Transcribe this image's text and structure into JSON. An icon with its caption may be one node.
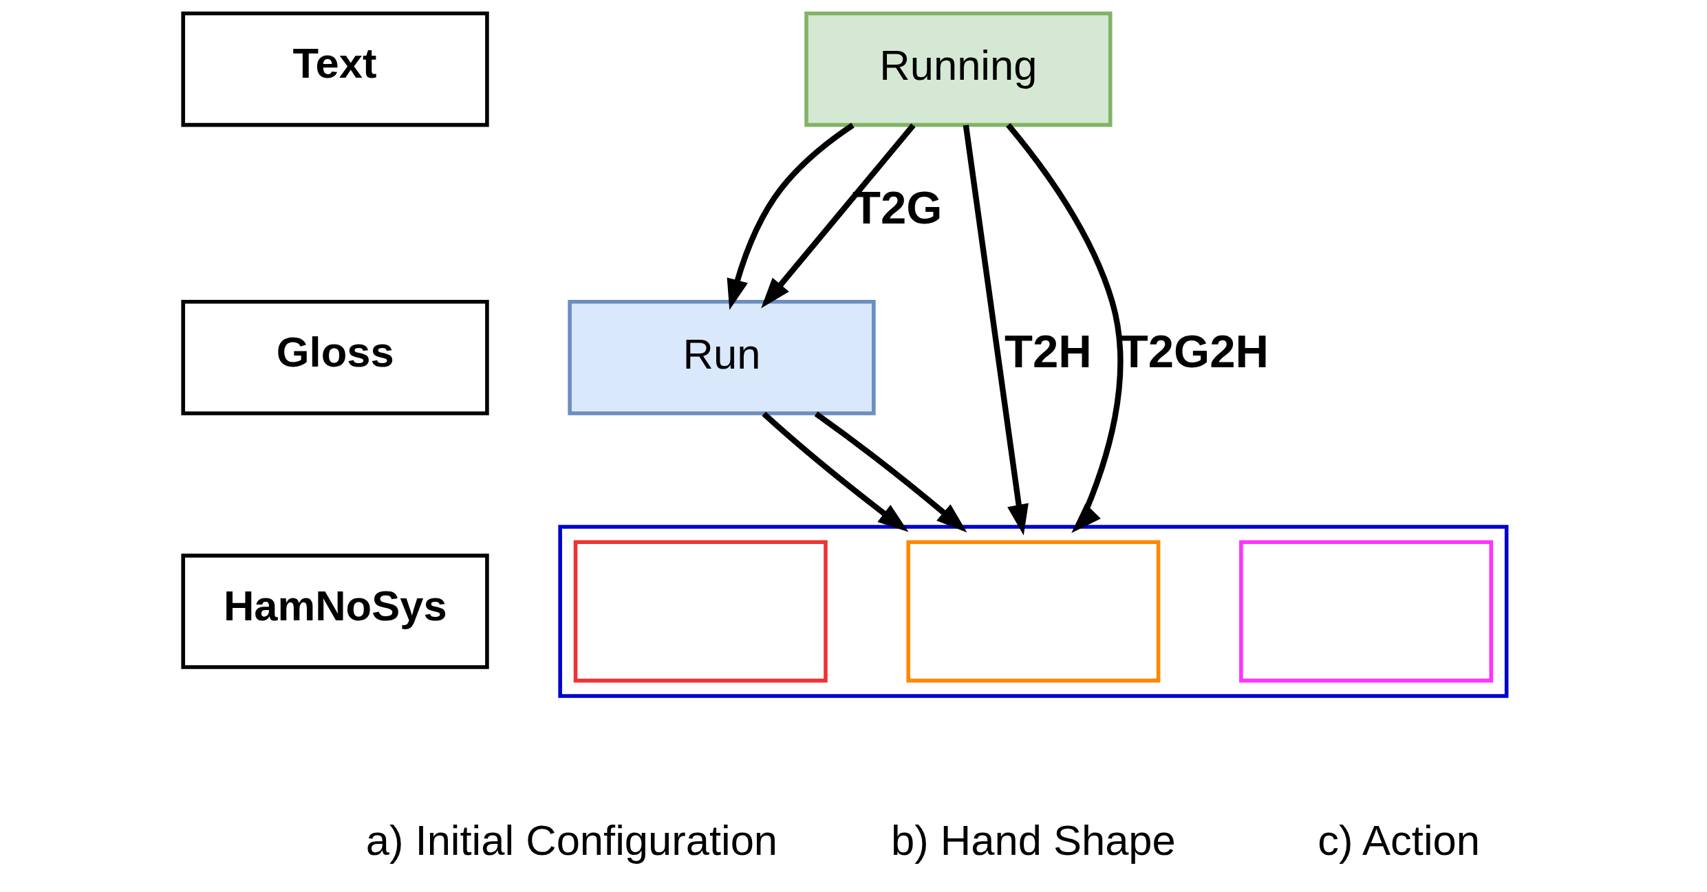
{
  "diagram": {
    "nodes": [
      {
        "text": [
          "Text"
        ]
      },
      {
        "text": [
          "Gloss"
        ]
      },
      {
        "text": [
          "HamNoSys"
        ]
      },
      {
        "text": [
          "Running"
        ]
      },
      {
        "text": [
          "Run"
        ]
      },
      {
        "text": [],
        "shape": "box"
      },
      {
        "text": [],
        "shape": "box",
        "in": 5,
        "beside": [
          "a) Initial Configuration"
        ]
      },
      {
        "text": [],
        "shape": "box",
        "in": 5,
        "beside": [
          "b) Hand Shape"
        ]
      },
      {
        "text": [],
        "shape": "box",
        "in": 5,
        "beside": [
          "c) Action"
        ]
      }
    ],
    "edges": [
      {
        "from": 3,
        "to": 4,
        "arrow": "to"
      },
      {
        "from": 3,
        "to": 4,
        "arrow": "to",
        "label": "T2G"
      },
      {
        "from": 3,
        "to": 5,
        "arrow": "to",
        "label": "T2H"
      },
      {
        "from": 3,
        "to": 5,
        "arrow": "to",
        "label": "T2G2H"
      },
      {
        "from": 4,
        "to": 5,
        "arrow": "to"
      },
      {
        "from": 4,
        "to": 5,
        "arrow": "to"
      }
    ]
  }
}
